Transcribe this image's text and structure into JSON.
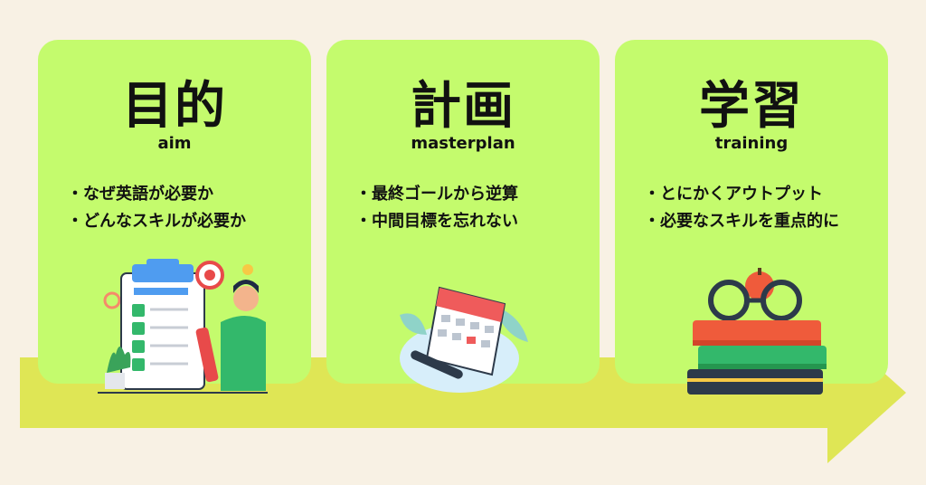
{
  "cards": [
    {
      "title": "目的",
      "subtitle": "aim",
      "bullets": [
        "なぜ英語が必要か",
        "どんなスキルが必要か"
      ],
      "illustration": "checklist-person-icon"
    },
    {
      "title": "計画",
      "subtitle": "masterplan",
      "bullets": [
        "最終ゴールから逆算",
        "中間目標を忘れない"
      ],
      "illustration": "calendar-icon"
    },
    {
      "title": "学習",
      "subtitle": "training",
      "bullets": [
        "とにかくアウトプット",
        "必要なスキルを重点的に"
      ],
      "illustration": "books-apple-glasses-icon"
    }
  ],
  "colors": {
    "background": "#f8f1e4",
    "card": "#c4fb6d",
    "arrow": "#dfe655",
    "text": "#111111"
  }
}
